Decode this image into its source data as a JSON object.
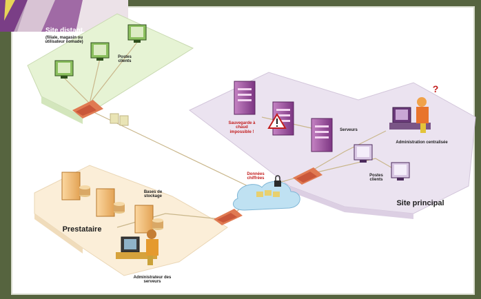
{
  "diagram": {
    "remote_site": {
      "title": "Site distant",
      "subtitle": "(filiale, magasin ou utilisateur nomade)",
      "clients_label": "Postes clients"
    },
    "main_site": {
      "title": "Site principal",
      "servers_label": "Serveurs",
      "clients_label": "Postes clients",
      "admin_label": "Administration centralisée",
      "warning_label": "Sauvegarde à chaud impossible !",
      "question_mark": "?"
    },
    "provider": {
      "title": "Prestataire",
      "storage_label": "Bases de stockage",
      "admin_label": "Administrateur des serveurs"
    },
    "cloud": {
      "label": "Données chiffrées"
    },
    "colors": {
      "remote_zone": "#e6f3d4",
      "main_zone": "#ebe3f0",
      "provider_zone": "#fbeed8",
      "server_purple": "#9b4b9a",
      "firewall": "#e07a52",
      "warning_red": "#c21d1d",
      "frame": "#56643f"
    }
  }
}
